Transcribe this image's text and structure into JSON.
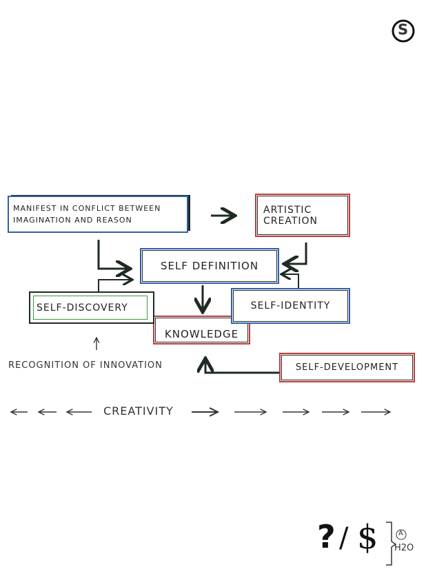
{
  "logo": {
    "letter": "S"
  },
  "nodes": {
    "manifest": {
      "line1": "Manifest in conflict between",
      "line2": "imagination and reason"
    },
    "artistic": {
      "line1": "Artistic",
      "line2": "creation"
    },
    "self_definition": "Self definition",
    "self_discovery": "Self-discovery",
    "self_identity": "Self-identity",
    "knowledge": "Knowledge",
    "self_development": "Self-development"
  },
  "labels": {
    "recognition": "Recognition of innovation",
    "creativity": "Creativity"
  },
  "footer": {
    "question": "?",
    "slash": "/",
    "dollar": "$",
    "circled": "A",
    "h2o": "H2O"
  },
  "colors": {
    "blue": "#3060a8",
    "red": "#c0393b",
    "green": "#3a9a3a",
    "ink": "#1e2a22"
  }
}
